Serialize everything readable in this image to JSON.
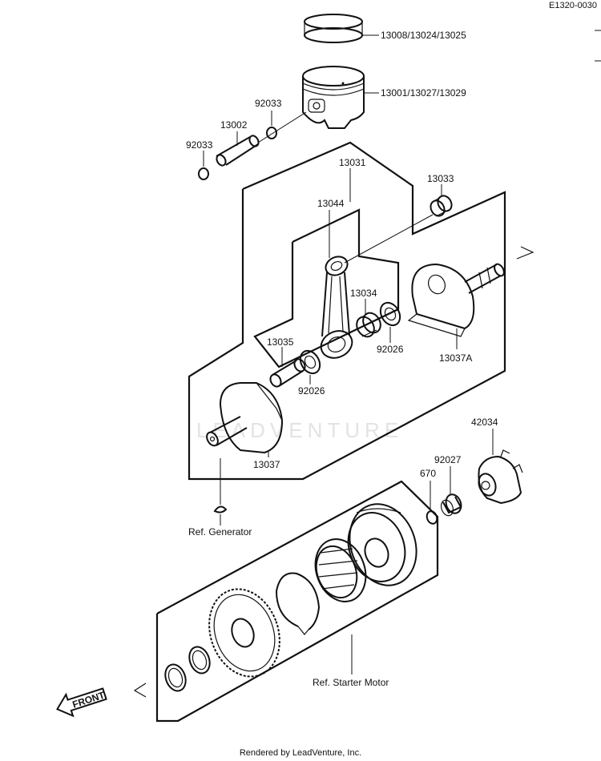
{
  "diagram_code": "E1320-0030",
  "footer": "Rendered by LeadVenture, Inc.",
  "watermark": "LEADVENTURE",
  "front_label": "FRONT",
  "labels": {
    "piston_rings": "13008/13024/13025",
    "piston": "13001/13027/13029",
    "clip_upper": "92033",
    "piston_pin": "13002",
    "clip_lower": "92033",
    "crankshaft_assy": "13031",
    "small_end_bearing": "13033",
    "connecting_rod": "13044",
    "big_end_bearing": "13034",
    "washer_right": "92026",
    "crank_pin": "13035",
    "washer_left": "92026",
    "crank_half_right": "13037A",
    "crank_half_left": "13037",
    "ref_generator": "Ref. Generator",
    "oneway_clutch_housing": "42034",
    "collar": "92027",
    "oring": "670",
    "ref_starter_motor": "Ref. Starter Motor"
  }
}
